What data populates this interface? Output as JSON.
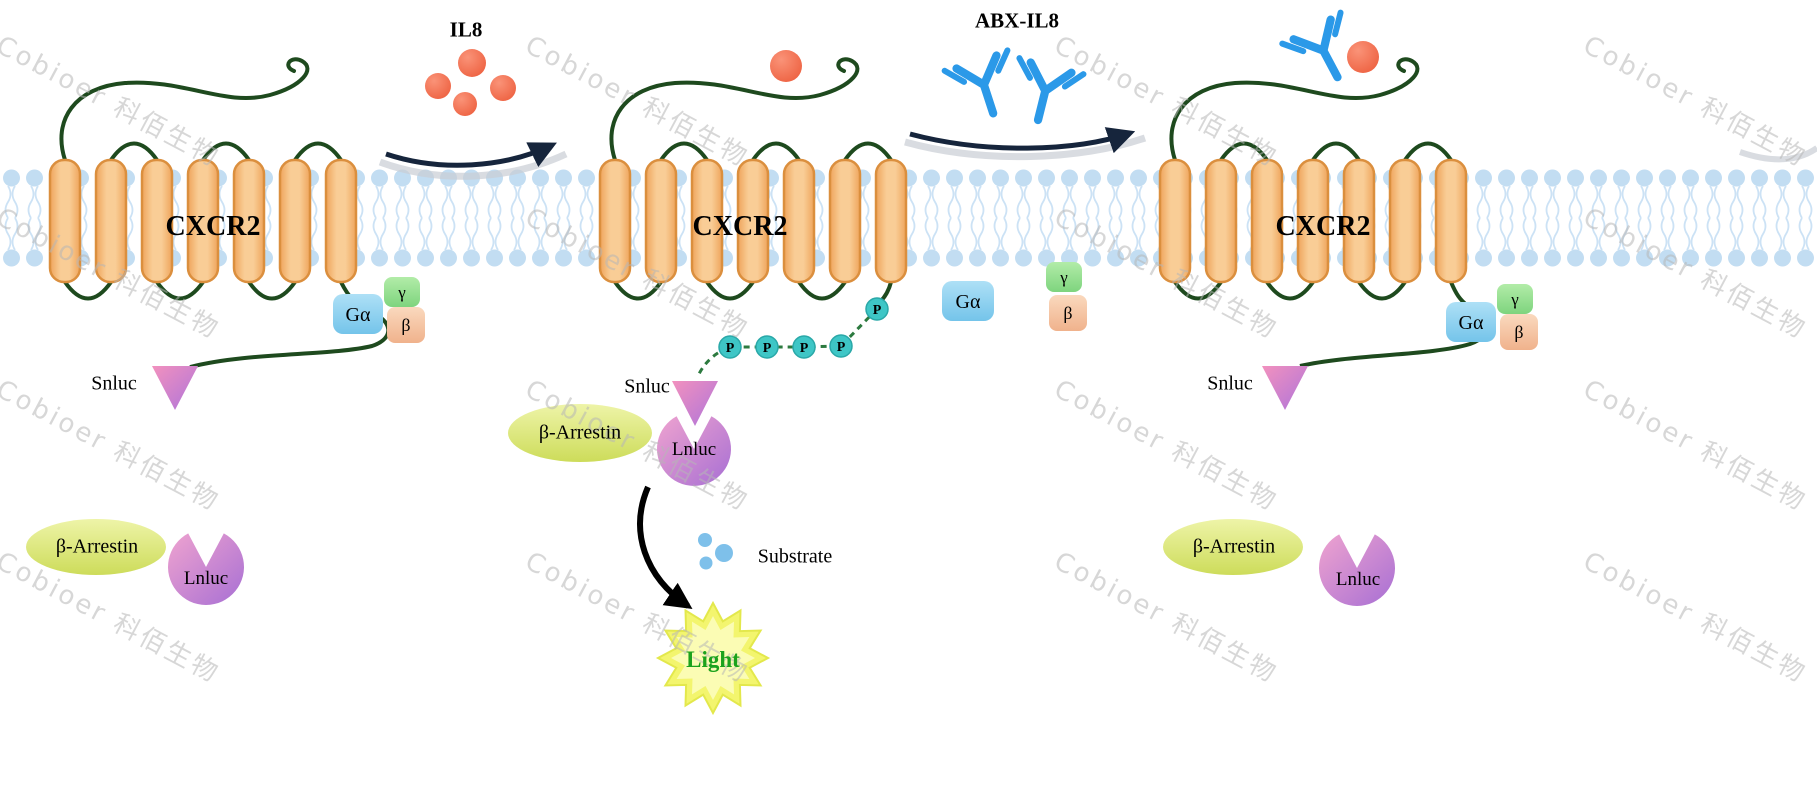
{
  "watermark": {
    "text": "Cobioer 科佰生物"
  },
  "labels": {
    "receptor": "CXCR2",
    "il8": "IL8",
    "abx_il8": "ABX-IL8",
    "g_alpha": "Gα",
    "g_beta": "β",
    "g_gamma": "γ",
    "snluc": "Snluc",
    "beta_arrestin": "β-Arrestin",
    "lnluc": "Lnluc",
    "phospho": "P",
    "substrate": "Substrate",
    "light": "Light"
  },
  "colors": {
    "membrane_head": "#C2DDF2",
    "helix_fill": "#F6BD80",
    "helix_stroke": "#DB8F3E",
    "loop_green": "#1E4A1E",
    "il8_red": "#EC5B3A",
    "antibody_blue": "#2B99E8",
    "g_alpha_blue": "#8CCEEC",
    "g_beta_peach": "#F4C4A4",
    "g_gamma_green": "#92DC92",
    "snluc_pink": "#E08CC8",
    "lnluc_purple": "#B678D6",
    "arrestin_yellow": "#DCE878",
    "phospho_teal": "#3EC6C6",
    "light_text_green": "#1CA21C",
    "starburst_yellow": "#F3F56E",
    "arrow_dark": "#16253C"
  }
}
